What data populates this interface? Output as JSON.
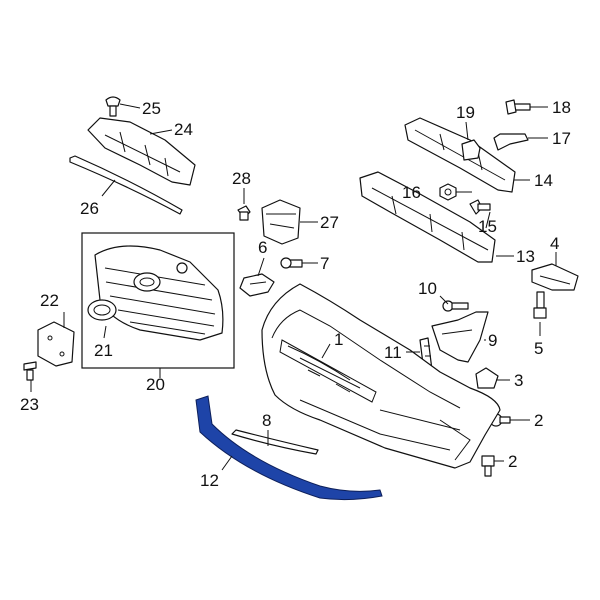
{
  "labels": {
    "l1": "1",
    "l2a": "2",
    "l2b": "2",
    "l3": "3",
    "l4": "4",
    "l5": "5",
    "l6": "6",
    "l7": "7",
    "l8": "8",
    "l9": "9",
    "l10": "10",
    "l11": "11",
    "l12": "12",
    "l13": "13",
    "l14": "14",
    "l15": "15",
    "l16": "16",
    "l17": "17",
    "l18": "18",
    "l19": "19",
    "l20": "20",
    "l21": "21",
    "l22": "22",
    "l23": "23",
    "l24": "24",
    "l25": "25",
    "l26": "26",
    "l27": "27",
    "l28": "28"
  },
  "colors": {
    "highlight": "#1e44a8",
    "line": "#111111",
    "background": "#ffffff"
  },
  "highlighted_part": "12"
}
